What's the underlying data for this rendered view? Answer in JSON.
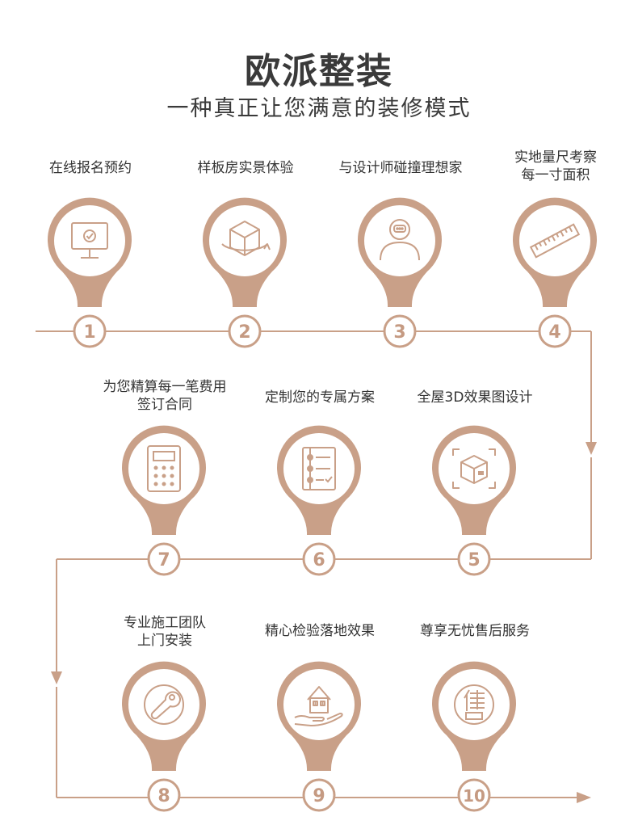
{
  "header": {
    "title": "欧派整装",
    "subtitle": "一种真正让您满意的装修模式"
  },
  "colors": {
    "accent": "#c9a088",
    "text": "#333333",
    "background": "#ffffff"
  },
  "steps": [
    {
      "number": "1",
      "label": "在线报名预约",
      "icon": "monitor-check-icon"
    },
    {
      "number": "2",
      "label": "样板房实景体验",
      "icon": "3d-cube-icon"
    },
    {
      "number": "3",
      "label": "与设计师碰撞理想家",
      "icon": "designer-chat-icon"
    },
    {
      "number": "4",
      "label": "实地量尺考察\n每一寸面积",
      "icon": "ruler-icon"
    },
    {
      "number": "5",
      "label": "全屋3D效果图设计",
      "icon": "3d-box-frame-icon"
    },
    {
      "number": "6",
      "label": "定制您的专属方案",
      "icon": "checklist-icon"
    },
    {
      "number": "7",
      "label": "为您精算每一笔费用\n签订合同",
      "icon": "calculator-icon"
    },
    {
      "number": "8",
      "label": "专业施工团队\n上门安装",
      "icon": "wrench-icon"
    },
    {
      "number": "9",
      "label": "精心检验落地效果",
      "icon": "house-in-hand-icon"
    },
    {
      "number": "10",
      "label": "尊享无忧售后服务",
      "icon": "after-sale-icon"
    }
  ]
}
